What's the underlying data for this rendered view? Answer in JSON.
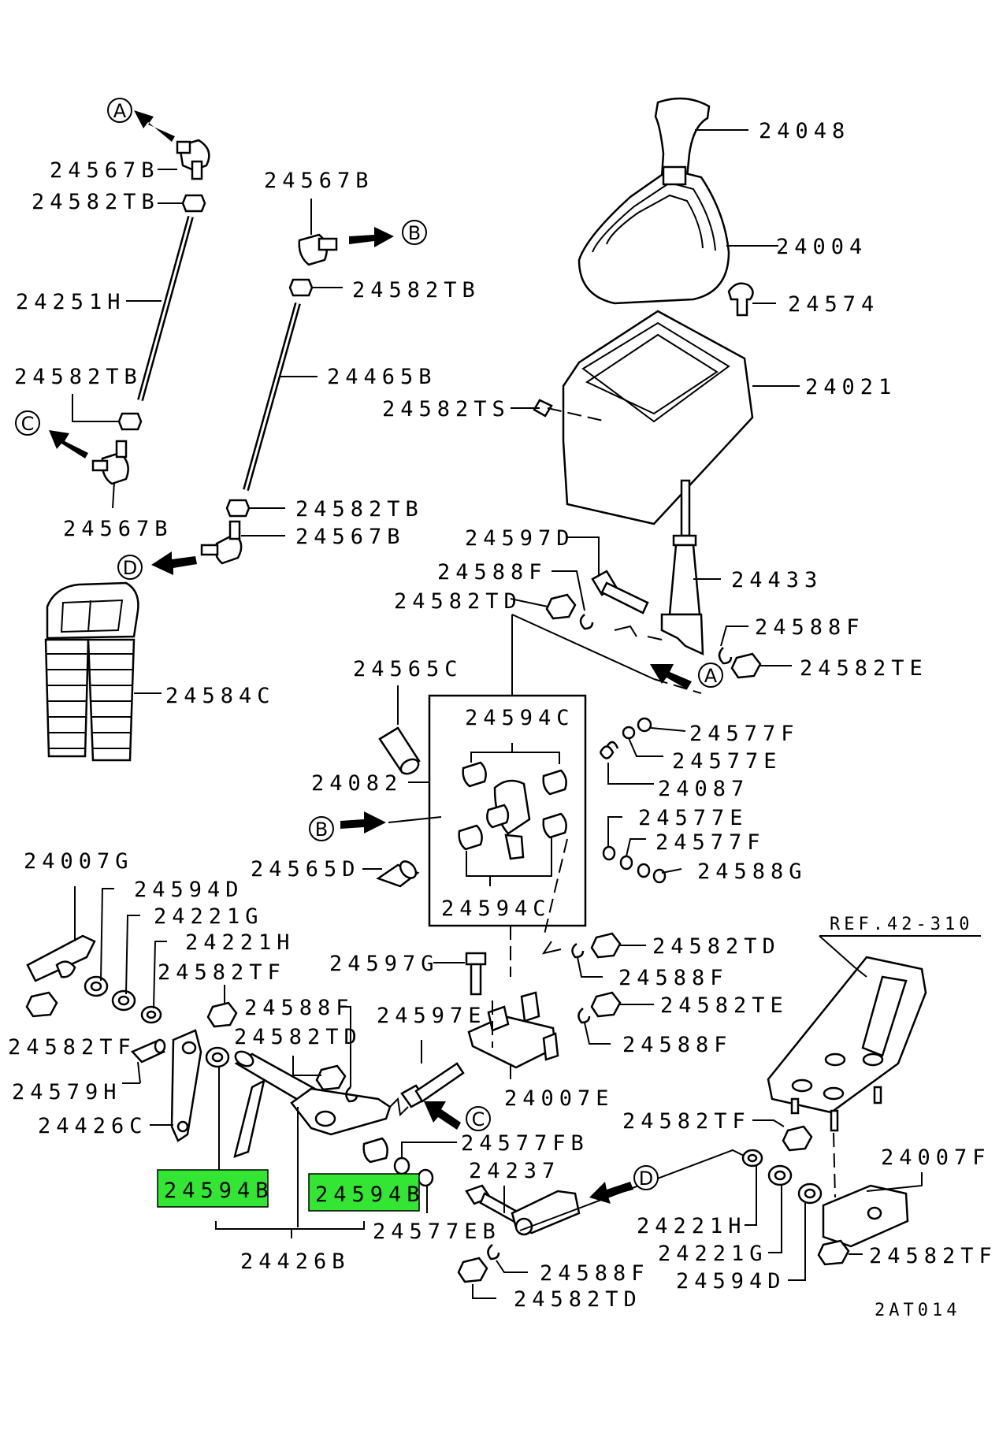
{
  "labels": {
    "p24048": "24048",
    "p24004": "24004",
    "p24574": "24574",
    "p24021": "24021",
    "p24582TS": "24582TS",
    "p24567B_a": "24567B",
    "p24582TB_a": "24582TB",
    "p24251H": "24251H",
    "p24582TB_b": "24582TB",
    "p24567B_c": "24567B",
    "p24567B_b": "24567B",
    "p24582TB_c": "24582TB",
    "p24465B": "24465B",
    "p24582TB_d": "24582TB",
    "p24567B_d": "24567B",
    "p24584C": "24584C",
    "p24597D": "24597D",
    "p24588F_a": "24588F",
    "p24582TD_a": "24582TD",
    "p24433": "24433",
    "p24588F_b": "24588F",
    "p24582TE_a": "24582TE",
    "p24565C": "24565C",
    "p24594C_a": "24594C",
    "p24577F_a": "24577F",
    "p24577E_a": "24577E",
    "p24087": "24087",
    "p24082": "24082",
    "p24577E_b": "24577E",
    "p24577F_b": "24577F",
    "p24588G": "24588G",
    "p24565D": "24565D",
    "p24594C_b": "24594C",
    "p24007G": "24007G",
    "p24594D_a": "24594D",
    "p24221G_a": "24221G",
    "p24221H_a": "24221H",
    "p24582TF_a": "24582TF",
    "p24582TF_b": "24582TF",
    "p24579H": "24579H",
    "p24426C": "24426C",
    "p24588F_c": "24588F",
    "p24582TD_b": "24582TD",
    "p24597G": "24597G",
    "p24597E": "24597E",
    "p24582TD_c": "24582TD",
    "p24588F_d": "24588F",
    "p24582TE_b": "24582TE",
    "p24588F_e": "24588F",
    "p24007E": "24007E",
    "ref": "REF.42-310",
    "p24582TF_c": "24582TF",
    "p24007F": "24007F",
    "p24577FB": "24577FB",
    "p24237": "24237",
    "p24594B_a": "24594B",
    "p24594B_b": "24594B",
    "p24577EB": "24577EB",
    "p24426B": "24426B",
    "p24221H_b": "24221H",
    "p24221G_b": "24221G",
    "p24594D_b": "24594D",
    "p24582TF_d": "24582TF",
    "p24588F_f": "24588F",
    "p24582TD_d": "24582TD",
    "code": "2AT014"
  },
  "callouts": {
    "A": "A",
    "B": "B",
    "C": "C",
    "D": "D"
  },
  "colors": {
    "highlight": "#33e633",
    "ink": "#000000",
    "background": "#ffffff"
  }
}
